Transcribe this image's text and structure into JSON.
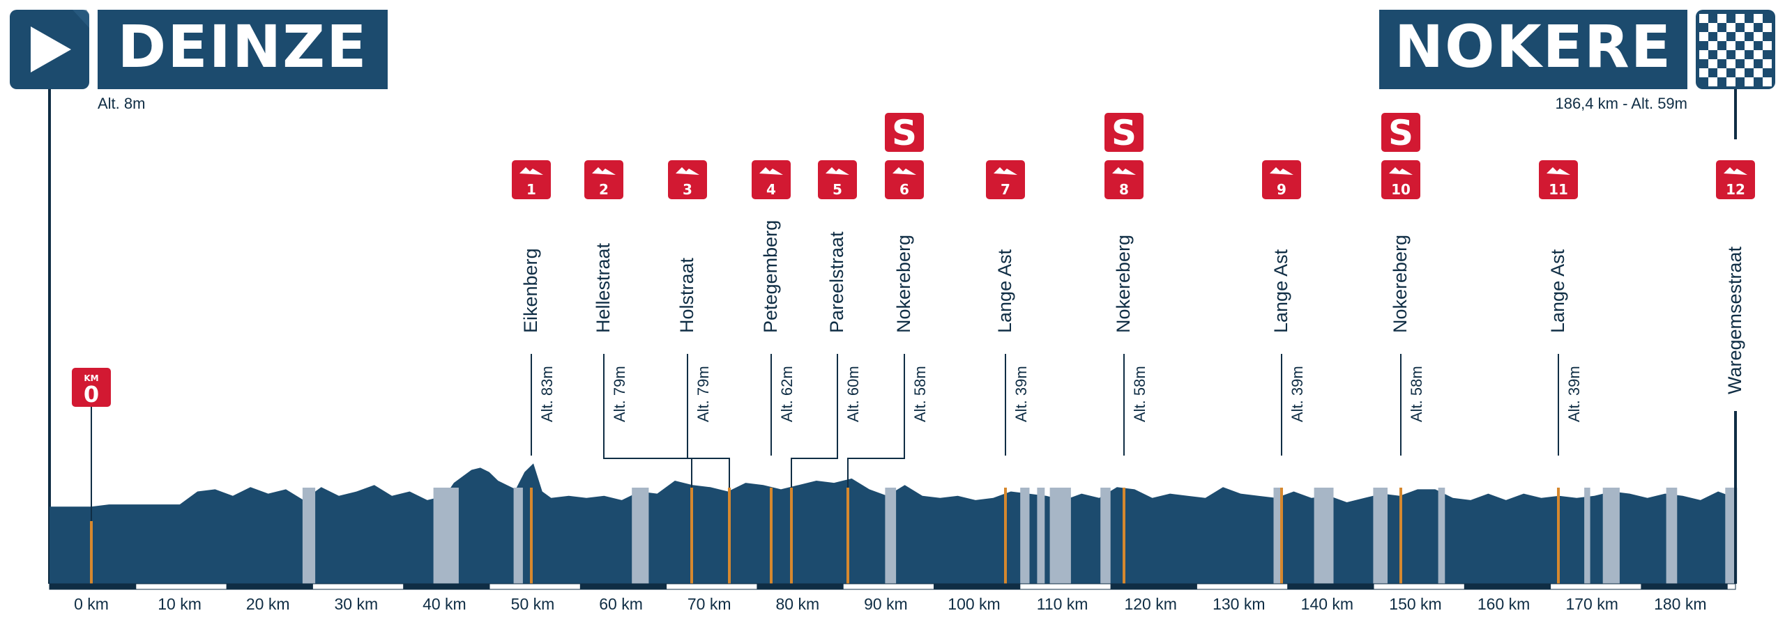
{
  "start": {
    "city": "DEINZE",
    "altitude": "Alt. 8m"
  },
  "finish": {
    "city": "NOKERE",
    "info": "186,4 km - Alt. 59m"
  },
  "colors": {
    "navy": "#1c4b6e",
    "dark": "#0f2d44",
    "red": "#d21932",
    "cobble": "#a7b6c6",
    "orange": "#d6882e",
    "white": "#ffffff"
  },
  "km0_badge": {
    "top": "KM",
    "bottom": "0"
  },
  "sprint_label": "S",
  "chart_data": {
    "type": "area",
    "title": "",
    "xlabel": "",
    "ylabel": "",
    "xlim": [
      0,
      186.4
    ],
    "x_ticks": [
      "0 km",
      "10 km",
      "20 km",
      "30 km",
      "40 km",
      "50 km",
      "60 km",
      "70 km",
      "80 km",
      "90 km",
      "100 km",
      "110 km",
      "120 km",
      "130 km",
      "140 km",
      "150 km",
      "160 km",
      "170 km",
      "180 km"
    ],
    "x_tick_values": [
      0,
      10,
      20,
      30,
      40,
      50,
      60,
      70,
      80,
      90,
      100,
      110,
      120,
      130,
      140,
      150,
      160,
      170,
      180
    ],
    "climbs": [
      {
        "num": "1",
        "name": "Eikenberg",
        "alt": "Alt. 83m",
        "km": 49.8
      },
      {
        "num": "2",
        "name": "Hellestraat",
        "alt": "Alt. 79m",
        "km": 68.6
      },
      {
        "num": "3",
        "name": "Holstraat",
        "alt": "Alt. 79m",
        "km": 72.8
      },
      {
        "num": "4",
        "name": "Petegemberg",
        "alt": "Alt. 62m",
        "km": 77.6
      },
      {
        "num": "5",
        "name": "Pareelstraat",
        "alt": "Alt. 60m",
        "km": 80.0
      },
      {
        "num": "6",
        "name": "Nokereberg",
        "alt": "Alt. 58m",
        "km": 86.2
      },
      {
        "num": "7",
        "name": "Lange Ast",
        "alt": "Alt. 39m",
        "km": 104.3
      },
      {
        "num": "8",
        "name": "Nokereberg",
        "alt": "Alt. 58m",
        "km": 117.7
      },
      {
        "num": "9",
        "name": "Lange Ast",
        "alt": "Alt. 39m",
        "km": 135.6
      },
      {
        "num": "10",
        "name": "Nokereberg",
        "alt": "Alt. 58m",
        "km": 149.0
      },
      {
        "num": "11",
        "name": "Lange Ast",
        "alt": "Alt. 39m",
        "km": 166.9
      },
      {
        "num": "12",
        "name": "Waregemsestraat",
        "alt": "",
        "km": 186.4
      }
    ],
    "sprints_at_climbs": [
      "6",
      "8",
      "10"
    ],
    "cobbled_sectors_km": [
      [
        25.5,
        27
      ],
      [
        41,
        44
      ],
      [
        50.5,
        51.6
      ],
      [
        64.5,
        66.5
      ],
      [
        94.5,
        95.8
      ],
      [
        110.5,
        111.6
      ],
      [
        112.5,
        113.4
      ],
      [
        114,
        116.5
      ],
      [
        120,
        121.2
      ],
      [
        140.5,
        141.4
      ],
      [
        145.3,
        147.6
      ],
      [
        152.3,
        154
      ],
      [
        160,
        160.8
      ],
      [
        177.3,
        178
      ],
      [
        179.5,
        181.5
      ],
      [
        187,
        188.3
      ],
      [
        194,
        195.4
      ]
    ],
    "profile": {
      "km": [
        0,
        2,
        4,
        6,
        8,
        10,
        12,
        14,
        16,
        18,
        20,
        22,
        24,
        26,
        28,
        30,
        32,
        34,
        36,
        38,
        40,
        41,
        42,
        43,
        44,
        45,
        46,
        47,
        48,
        49,
        50,
        51,
        52,
        54,
        56,
        58,
        60,
        62,
        64,
        66,
        68,
        70,
        72,
        74,
        76,
        78,
        80,
        82,
        84,
        86,
        88,
        90,
        92,
        94,
        96,
        98,
        100,
        102,
        104,
        106,
        108,
        110,
        112,
        114,
        116,
        118,
        120,
        122,
        124,
        126,
        128,
        130,
        132,
        134,
        136,
        138,
        140,
        142,
        144,
        146,
        148,
        150,
        152,
        154,
        156,
        158,
        160,
        162,
        164,
        166,
        168,
        170,
        172,
        174,
        176,
        178,
        180,
        182,
        184,
        186,
        186.4
      ],
      "altitude": [
        8,
        9,
        9,
        9,
        9,
        9,
        15,
        16,
        13,
        17,
        14,
        16,
        11,
        17,
        13,
        15,
        18,
        13,
        15,
        11,
        13,
        19,
        22,
        25,
        26,
        24,
        20,
        18,
        16,
        24,
        28,
        15,
        12,
        13,
        12,
        13,
        11,
        15,
        14,
        20,
        18,
        17,
        15,
        19,
        18,
        16,
        18,
        20,
        19,
        21,
        16,
        13,
        18,
        13,
        12,
        13,
        11,
        12,
        15,
        14,
        13,
        11,
        14,
        12,
        17,
        16,
        12,
        14,
        13,
        12,
        17,
        14,
        13,
        12,
        15,
        12,
        13,
        10,
        12,
        14,
        13,
        16,
        16,
        12,
        11,
        14,
        11,
        14,
        12,
        13,
        12,
        13,
        15,
        14,
        12,
        14,
        13,
        11,
        15,
        12,
        14
      ]
    }
  }
}
